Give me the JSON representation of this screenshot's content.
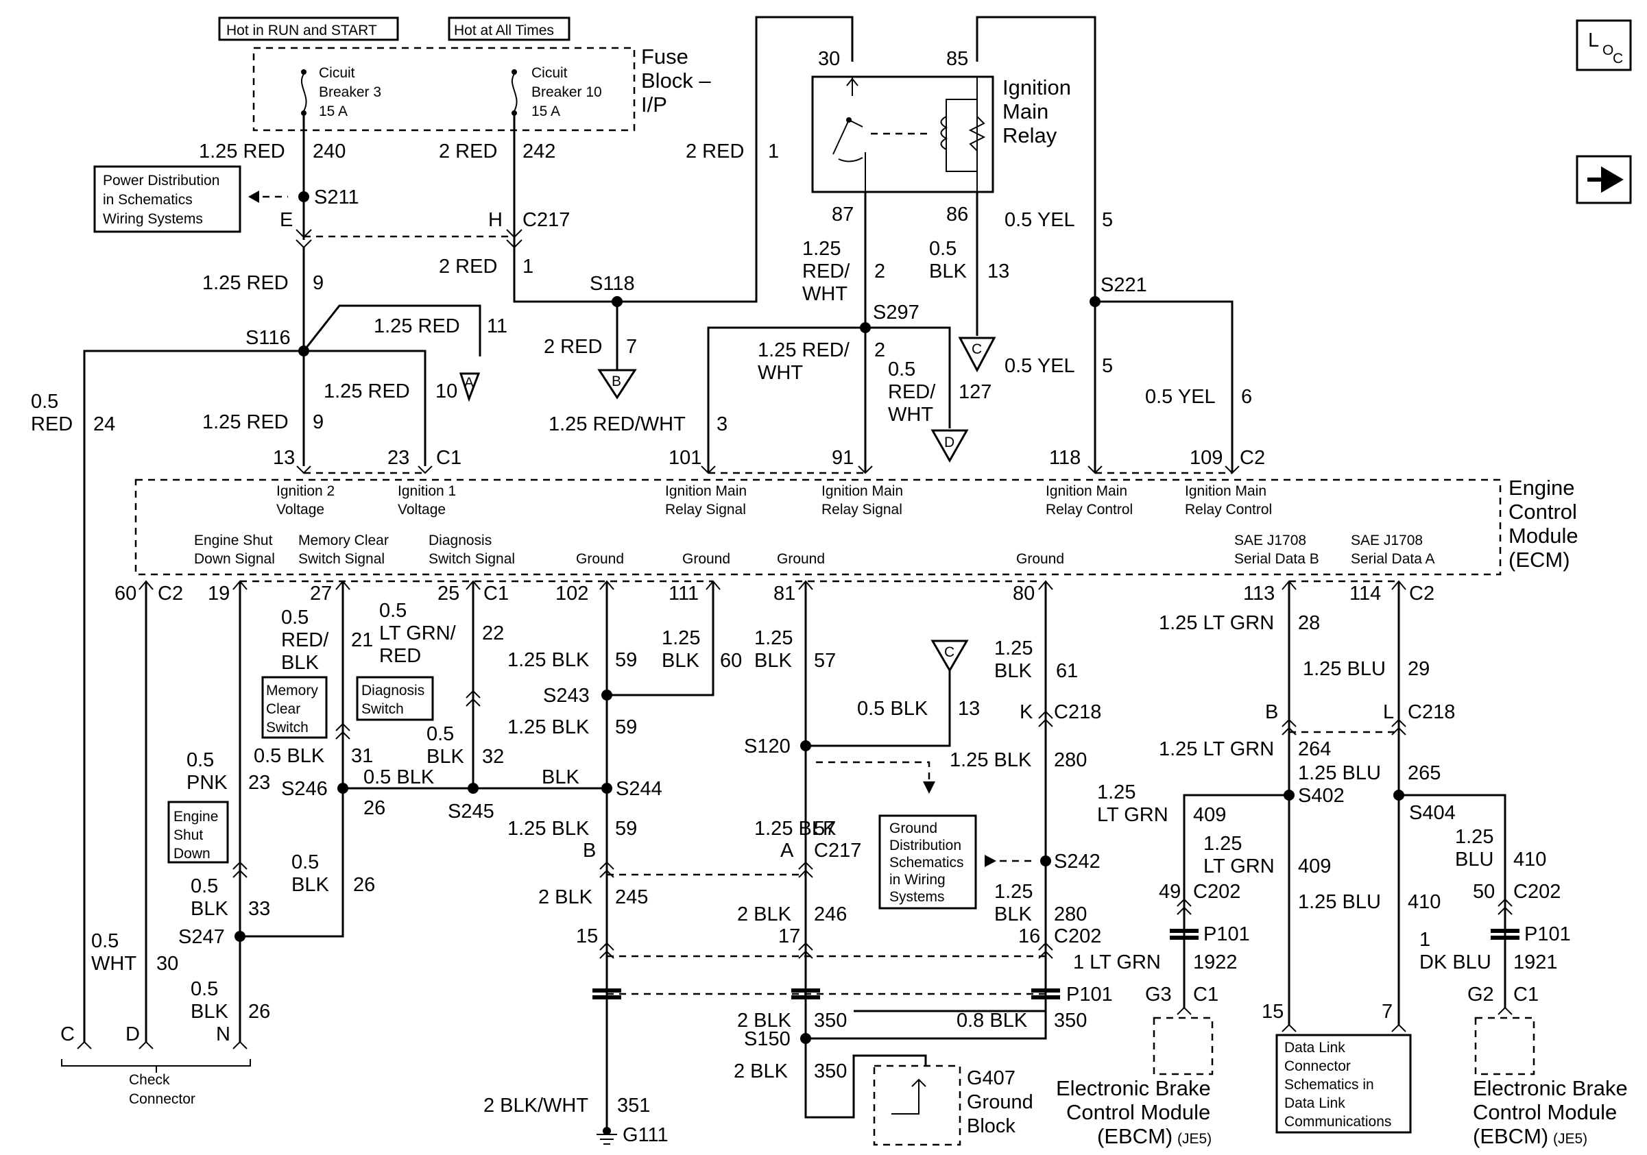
{
  "power_labels": {
    "run_start": "Hot in RUN and START",
    "all_times": "Hot at All Times"
  },
  "fuse_block": {
    "title_1": "Fuse",
    "title_2": "Block –",
    "title_3": "I/P",
    "cb3": [
      "Cicuit",
      "Breaker 3",
      "15 A"
    ],
    "cb10": [
      "Cicuit",
      "Breaker 10",
      "15 A"
    ]
  },
  "power_distribution_ref": [
    "Power Distribution",
    "in Schematics",
    "Wiring Systems"
  ],
  "relay": {
    "title": [
      "Ignition",
      "Main",
      "Relay"
    ],
    "pin_30": "30",
    "pin_85": "85",
    "pin_87": "87",
    "pin_86": "86"
  },
  "loc_icon": {
    "main": "L",
    "sub1": "O",
    "sub2": "C"
  },
  "ecm": {
    "title": [
      "Engine",
      "Control",
      "Module",
      "(ECM)"
    ],
    "top_connector": "C1",
    "top_connector_2": "C2",
    "bottom_c2": "C2",
    "bottom_c1": "C1",
    "bottom_c2_right": "C2",
    "top_pins": {
      "p13": "13",
      "p23": "23",
      "p101": "101",
      "p91": "91",
      "p118": "118",
      "p109": "109"
    },
    "top_signals": {
      "ign2": [
        "Ignition 2",
        "Voltage"
      ],
      "ign1": [
        "Ignition 1",
        "Voltage"
      ],
      "relay_sig_1": [
        "Ignition Main",
        "Relay Signal"
      ],
      "relay_sig_2": [
        "Ignition Main",
        "Relay Signal"
      ],
      "relay_ctl_1": [
        "Ignition Main",
        "Relay Control"
      ],
      "relay_ctl_2": [
        "Ignition Main",
        "Relay Control"
      ]
    },
    "bottom_signals": {
      "shutdown": [
        "Engine Shut",
        "Down Signal"
      ],
      "memclear": [
        "Memory Clear",
        "Switch Signal"
      ],
      "diag": [
        "Diagnosis",
        "Switch Signal"
      ],
      "ground": "Ground",
      "serial_b": [
        "SAE J1708",
        "Serial Data B"
      ],
      "serial_a": [
        "SAE J1708",
        "Serial Data A"
      ]
    },
    "bottom_pins": {
      "p60": "60",
      "p19": "19",
      "p27": "27",
      "p25": "25",
      "p102": "102",
      "p111": "111",
      "p81": "81",
      "p80": "80",
      "p113": "113",
      "p114": "114"
    }
  },
  "wires": {
    "w240": [
      "1.25 RED",
      "240"
    ],
    "w242": [
      "2 RED",
      "242"
    ],
    "w1_relay": [
      "2 RED",
      "1"
    ],
    "w9_top": [
      "1.25 RED",
      "9"
    ],
    "w1_c217": [
      "2 RED",
      "1"
    ],
    "w11": [
      "1.25 RED",
      "11"
    ],
    "w7": [
      "2 RED",
      "7"
    ],
    "w10": [
      "1.25 RED",
      "10"
    ],
    "w9_bot": [
      "1.25 RED",
      "9"
    ],
    "w24": [
      "0.5",
      "RED",
      "24"
    ],
    "w3": [
      "1.25 RED/WHT",
      "3"
    ],
    "w2_top": [
      "1.25",
      "RED/",
      "WHT",
      "2"
    ],
    "w2_bot": [
      "1.25 RED/",
      "WHT",
      "2"
    ],
    "w127": [
      "0.5",
      "RED/",
      "WHT",
      "127"
    ],
    "w13_top": [
      "0.5",
      "BLK",
      "13"
    ],
    "w5_top": [
      "0.5 YEL",
      "5"
    ],
    "w5_bot": [
      "0.5 YEL",
      "5"
    ],
    "w6": [
      "0.5 YEL",
      "6"
    ],
    "w21": [
      "0.5",
      "RED/",
      "BLK",
      "21"
    ],
    "w22": [
      "0.5",
      "LT GRN/",
      "RED",
      "22"
    ],
    "w59a": [
      "1.25 BLK",
      "59"
    ],
    "w60": [
      "1.25",
      "BLK",
      "60"
    ],
    "w57": [
      "1.25",
      "BLK",
      "57"
    ],
    "w13_bot": [
      "0.5 BLK",
      "13"
    ],
    "w61": [
      "1.25",
      "BLK",
      "61"
    ],
    "w28": [
      "1.25 LT GRN",
      "28"
    ],
    "w29": [
      "1.25 BLU",
      "29"
    ],
    "w31": [
      "0.5 BLK",
      "31"
    ],
    "w32": [
      "0.5",
      "BLK",
      "32"
    ],
    "w23": [
      "0.5",
      "PNK",
      "23"
    ],
    "w26_h": [
      "0.5 BLK",
      "26"
    ],
    "w_blk": "BLK",
    "w59b": [
      "1.25 BLK",
      "59"
    ],
    "w59c": [
      "1.25 BLK",
      "59"
    ],
    "w57b": [
      "1.25 BLK",
      "57"
    ],
    "w280a": [
      "1.25 BLK",
      "280"
    ],
    "w264": [
      "1.25 LT GRN",
      "264"
    ],
    "w265": [
      "1.25 BLU",
      "265"
    ],
    "w409a": [
      "1.25",
      "LT GRN",
      "409"
    ],
    "w409b": [
      "1.25",
      "LT GRN",
      "409"
    ],
    "w410a": [
      "1.25",
      "BLU",
      "410"
    ],
    "w410b": [
      "1.25 BLU",
      "410"
    ],
    "w26_v": [
      "0.5",
      "BLK",
      "26"
    ],
    "w33": [
      "0.5",
      "BLK",
      "33"
    ],
    "w30": [
      "0.5",
      "WHT",
      "30"
    ],
    "w26_n": [
      "0.5",
      "BLK",
      "26"
    ],
    "w245": [
      "2 BLK",
      "245"
    ],
    "w246": [
      "2 BLK",
      "246"
    ],
    "w280b": [
      "1.25",
      "BLK",
      "280"
    ],
    "w1922": [
      "1 LT GRN",
      "1922"
    ],
    "w1921": [
      "1",
      "DK BLU",
      "1921"
    ],
    "w350a": [
      "2 BLK",
      "350"
    ],
    "w350b": [
      "0.8 BLK",
      "350"
    ],
    "w350c": [
      "2 BLK",
      "350"
    ],
    "w351": [
      "2 BLK/WHT",
      "351"
    ]
  },
  "splices": {
    "s211": "S211",
    "s116": "S116",
    "s118": "S118",
    "s297": "S297",
    "s221": "S221",
    "s243": "S243",
    "s244": "S244",
    "s245": "S245",
    "s246": "S246",
    "s247": "S247",
    "s120": "S120",
    "s242": "S242",
    "s402": "S402",
    "s404": "S404",
    "s150": "S150"
  },
  "connectors": {
    "c217_top": {
      "pin_e": "E",
      "pin_h": "H",
      "name": "C217"
    },
    "c218": {
      "pin_k": "K",
      "name": "C218",
      "pin_b": "B",
      "pin_l": "L",
      "name2": "C218"
    },
    "c217_bot": {
      "pin_b": "B",
      "pin_a": "A",
      "name": "C217"
    },
    "c202": {
      "p15": "15",
      "p17": "17",
      "p16": "16",
      "name": "C202"
    },
    "c202_ebcm1": {
      "pin": "49",
      "name": "C202"
    },
    "c202_ebcm2": {
      "pin": "50",
      "name": "C202"
    },
    "p101": "P101",
    "p101_a": "P101",
    "p101_b": "P101",
    "ebcm_c1a": {
      "pin": "G3",
      "name": "C1"
    },
    "ebcm_c1b": {
      "pin": "G2",
      "name": "C1"
    },
    "dlc_pins": {
      "p15": "15",
      "p7": "7"
    },
    "check": {
      "c": "C",
      "d": "D",
      "n": "N"
    }
  },
  "grounds": {
    "gA": "A",
    "gB": "B",
    "gC_top": "C",
    "gD": "D",
    "gC_bot": "C",
    "g111": "G111",
    "g407": [
      "G407",
      "Ground",
      "Block"
    ]
  },
  "components": {
    "memory_clear": [
      "Memory",
      "Clear",
      "Switch"
    ],
    "diagnosis": [
      "Diagnosis",
      "Switch"
    ],
    "engine_shutdown": [
      "Engine",
      "Shut",
      "Down"
    ],
    "ground_dist": [
      "Ground",
      "Distribution",
      "Schematics",
      "in Wiring",
      "Systems"
    ],
    "check_connector": [
      "Check",
      "Connector"
    ],
    "ebcm_1": [
      "Electronic Brake",
      "Control Module",
      "(EBCM)",
      "(JE5)"
    ],
    "ebcm_2": [
      "Electronic Brake",
      "Control Module",
      "(EBCM)",
      "(JE5)"
    ],
    "dlc": [
      "Data Link",
      "Connector",
      "Schematics in",
      "Data Link",
      "Communications"
    ]
  }
}
